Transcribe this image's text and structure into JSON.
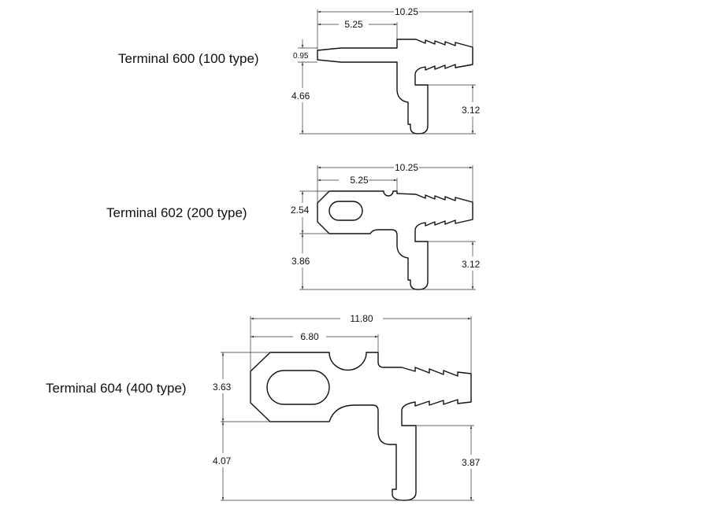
{
  "terminals": [
    {
      "title": "Terminal 600 (100 type)",
      "overall_length": "10.25",
      "pin_length": "5.25",
      "pin_height": "0.95",
      "left_height": "4.66",
      "right_height": "3.12"
    },
    {
      "title": "Terminal 602 (200 type)",
      "overall_length": "10.25",
      "pin_length": "5.25",
      "pin_height": "2.54",
      "left_height": "3.86",
      "right_height": "3.12"
    },
    {
      "title": "Terminal 604 (400 type)",
      "overall_length": "11.80",
      "pin_length": "6.80",
      "pin_height": "3.63",
      "left_height": "4.07",
      "right_height": "3.87"
    }
  ]
}
